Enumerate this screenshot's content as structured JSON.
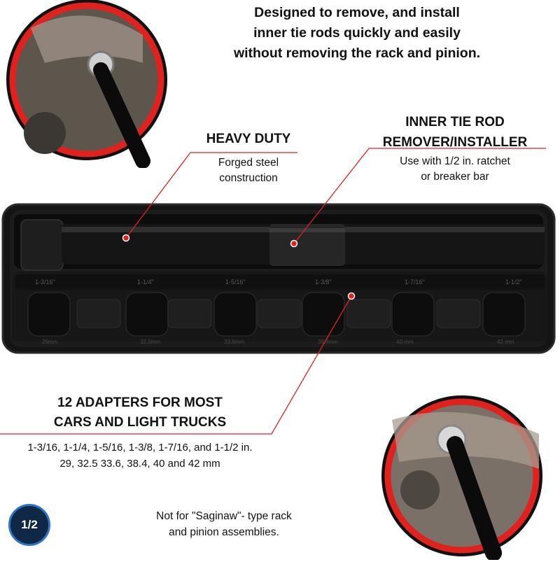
{
  "headline": {
    "lines": [
      "Designed to remove, and install",
      "inner tie rods quickly and easily",
      "without removing the rack and pinion."
    ]
  },
  "heavy_duty": {
    "title": "HEAVY DUTY",
    "lines": [
      "Forged steel",
      "construction"
    ]
  },
  "tie_rod": {
    "title_lines": [
      "INNER TIE ROD",
      "REMOVER/INSTALLER"
    ],
    "lines": [
      "Use with 1/2 in. ratchet",
      "or breaker bar"
    ]
  },
  "adapters": {
    "title_lines": [
      "12 ADAPTERS FOR MOST",
      "CARS AND LIGHT TRUCKS"
    ],
    "lines": [
      "1-3/16, 1-1/4, 1-5/16, 1-3/8, 1-7/16, and 1-1/2 in.",
      "29, 32.5 33.6, 38.4, 40 and 42 mm"
    ]
  },
  "note": {
    "lines": [
      "Not for \"Saginaw\"- type rack",
      "and pinion assemblies."
    ]
  },
  "badge": {
    "label": "1/2"
  },
  "case_labels": {
    "top": [
      "1-3/16\"",
      "1-1/4\"",
      "1-5/16\"",
      "1-3/8\"",
      "1-7/16\"",
      "1-1/2\""
    ],
    "bottom": [
      "29mm",
      "32.5mm",
      "33.6mm",
      "38.4mm",
      "40 mm",
      "42 mm"
    ]
  },
  "colors": {
    "accent_red": "#e0221f",
    "case_black": "#111111",
    "badge_navy": "#0f2845",
    "badge_ring": "#2a74c9"
  }
}
